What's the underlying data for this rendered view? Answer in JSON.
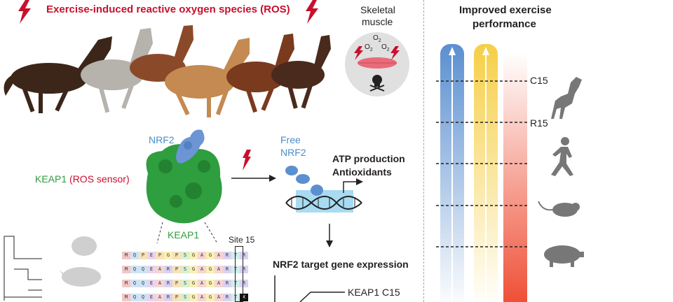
{
  "header": {
    "ros_title": "Exercise-induced reactive oxygen species (ROS)"
  },
  "muscle": {
    "label_line1": "Skeletal",
    "label_line2": "muscle",
    "o2": "O",
    "o2_sub": "2"
  },
  "right_panel": {
    "title_line1": "Improved exercise",
    "title_line2": "performance",
    "c15": "C15",
    "r15": "R15"
  },
  "protein": {
    "nrf2": "NRF2",
    "keap1_prefix": "KEAP1",
    "keap1_suffix": " (ROS sensor)",
    "keap1_label": "KEAP1",
    "site15": "Site 15"
  },
  "pathway": {
    "free_line1": "Free",
    "free_line2": "NRF2",
    "atp": "ATP production",
    "antiox": "Antioxidants",
    "target": "NRF2 target gene expression",
    "keap1_c15": "KEAP1 C15"
  },
  "alignment": [
    [
      "M",
      "Q",
      "P",
      "E",
      "P",
      "G",
      "P",
      "S",
      "G",
      "A",
      "G",
      "A",
      "R",
      "T",
      "R"
    ],
    [
      "M",
      "Q",
      "Q",
      "E",
      "A",
      "R",
      "P",
      "S",
      "G",
      "A",
      "G",
      "A",
      "R",
      "T",
      "R"
    ],
    [
      "M",
      "Q",
      "Q",
      "E",
      "A",
      "R",
      "P",
      "S",
      "G",
      "A",
      "G",
      "A",
      "R",
      "T",
      "R"
    ],
    [
      "M",
      "Q",
      "Q",
      "E",
      "A",
      "R",
      "P",
      "S",
      "G",
      "A",
      "G",
      "A",
      "R",
      "T",
      "X"
    ]
  ],
  "colors": {
    "red": "#c8102e",
    "green": "#2e9e3e",
    "blue": "#5b8fd0",
    "nrf2_text": "#4a8ec8"
  }
}
